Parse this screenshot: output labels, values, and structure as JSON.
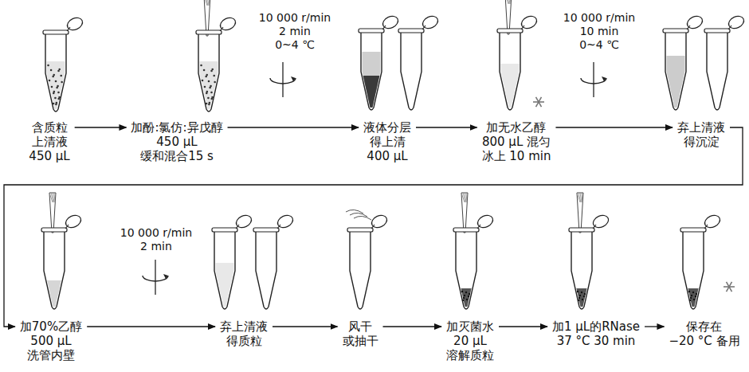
{
  "diagram": {
    "nodes": [
      {
        "text": [
          "含质粒 上清液 450 μL"
        ]
      },
      {
        "text": [
          "加酚:氯仿:异戊醇 450 μL 缓和混合15 s"
        ]
      },
      {
        "text": [
          "液体分层 得上清 400 μL"
        ]
      },
      {
        "text": [
          "加无水乙醇 800 μL 混匀 冰上 10 min"
        ]
      },
      {
        "text": [
          "弃上清液 得沉淀"
        ]
      },
      {
        "text": [
          "加70%乙醇 500 μL 洗管内壁"
        ]
      },
      {
        "text": [
          "弃上清液 得质粒"
        ]
      },
      {
        "text": [
          "风干 或抽干"
        ]
      },
      {
        "text": [
          "加灭菌水 20 μL 溶解质粒"
        ]
      },
      {
        "text": [
          "加1 μL的RNase 37 °C 30 min"
        ]
      },
      {
        "text": [
          "保存在 −20 °C 备用"
        ]
      }
    ],
    "edges": [
      {
        "from": 0,
        "to": 1,
        "arrow": "to"
      },
      {
        "from": 1,
        "to": 2,
        "arrow": "to",
        "label": "10 000 r/min 2 min 0~4 ℃"
      },
      {
        "from": 2,
        "to": 3,
        "arrow": "to"
      },
      {
        "from": 3,
        "to": 4,
        "arrow": "to",
        "label": "10 000 r/min 10 min 0~4 ℃"
      },
      {
        "from": 4,
        "to": 5,
        "arrow": "to"
      },
      {
        "from": 5,
        "to": 6,
        "arrow": "to",
        "label": "10 000 r/min 2 min"
      },
      {
        "from": 6,
        "to": 7,
        "arrow": "to"
      },
      {
        "from": 7,
        "to": 8,
        "arrow": "to"
      },
      {
        "from": 8,
        "to": 9,
        "arrow": "to"
      },
      {
        "from": 9,
        "to": 10,
        "arrow": "to"
      }
    ]
  }
}
